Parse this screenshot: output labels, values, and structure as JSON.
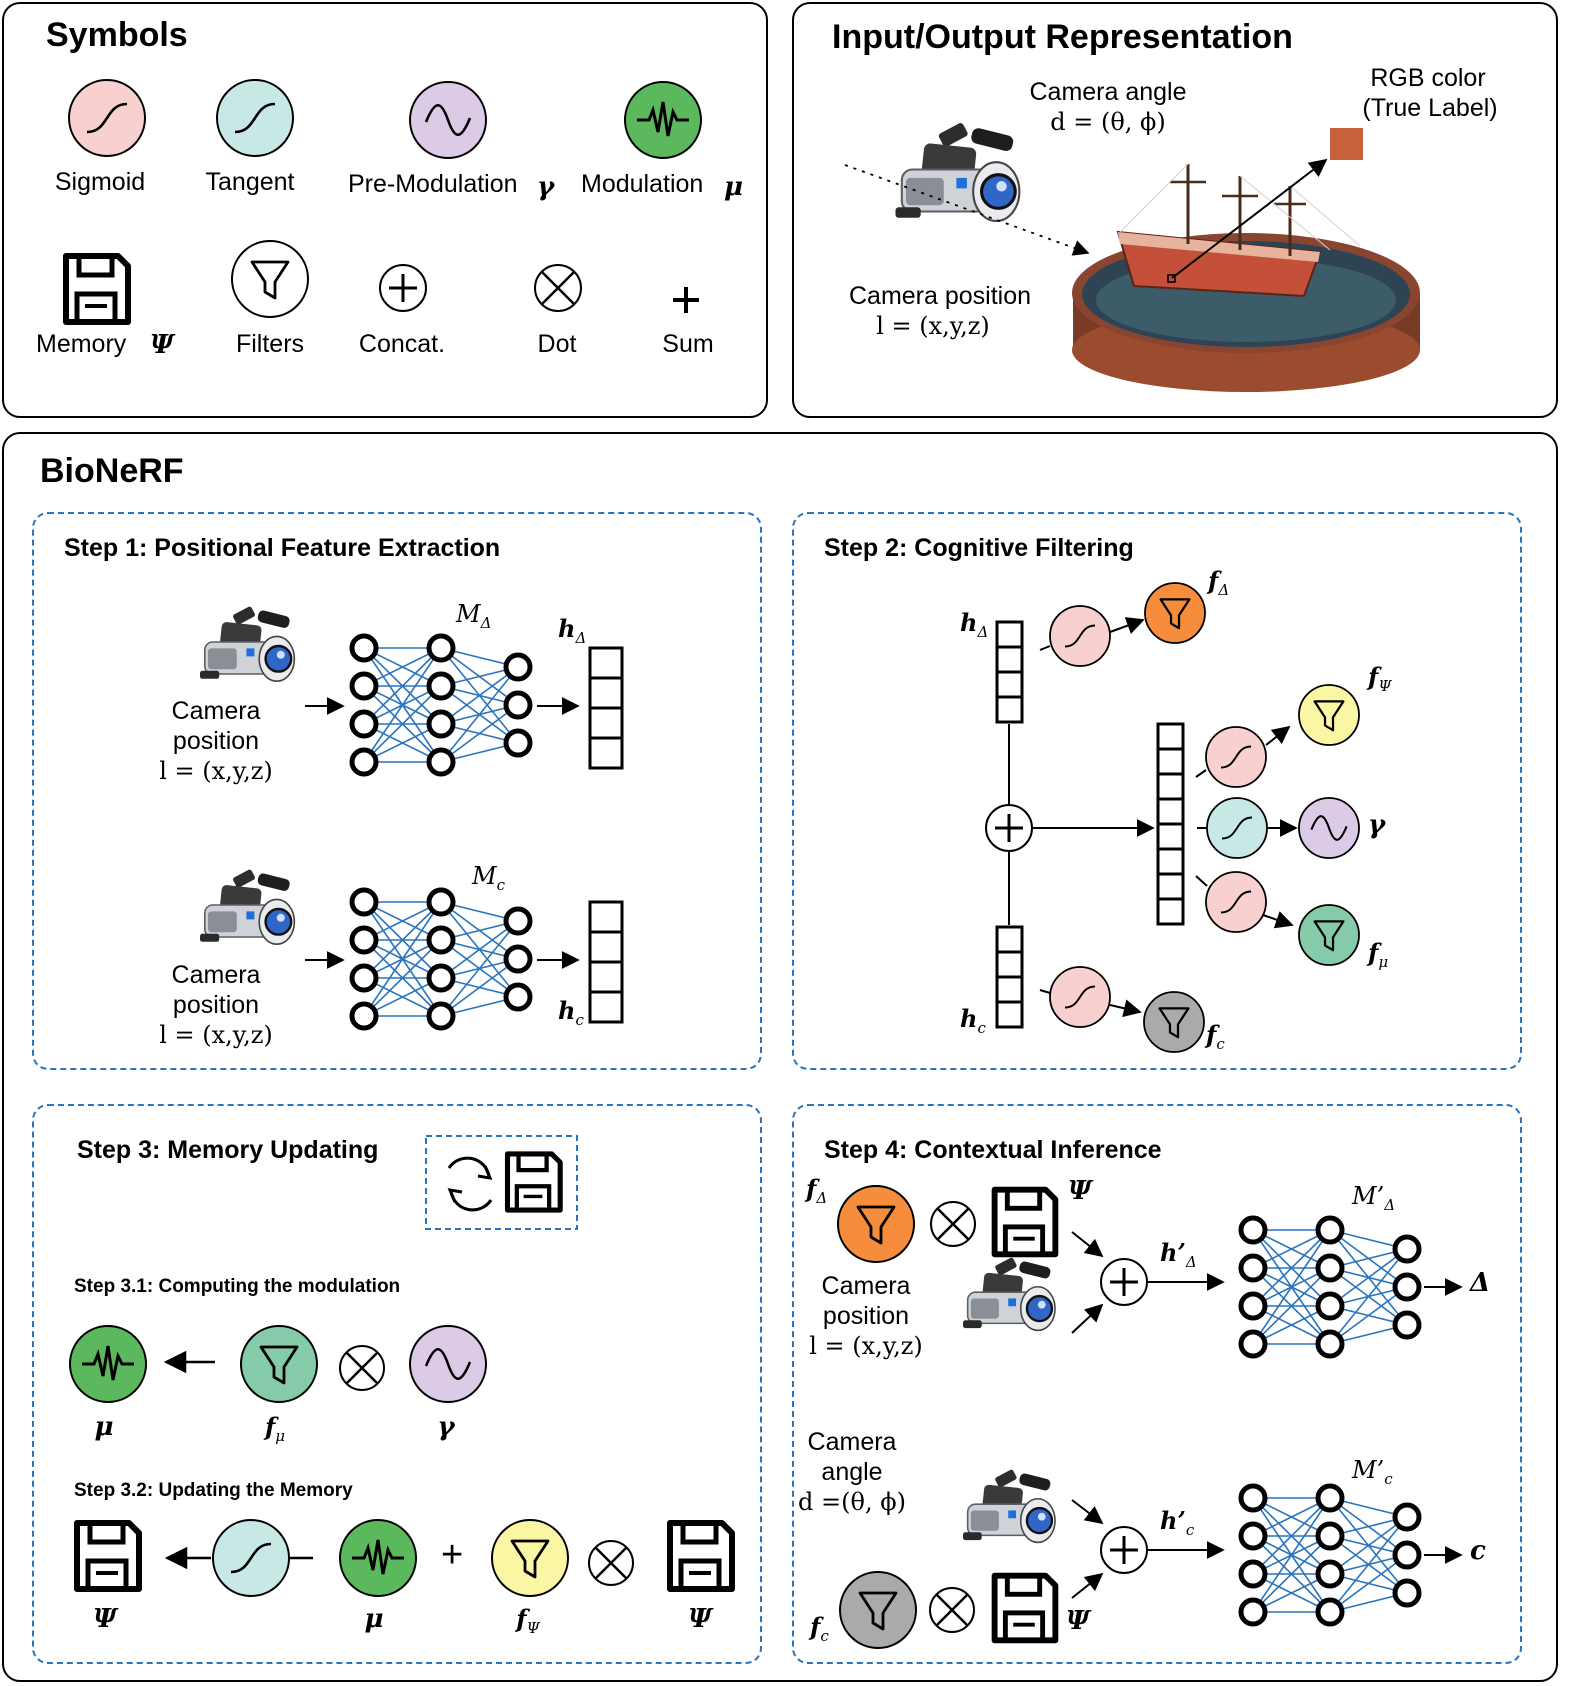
{
  "symbols": {
    "title": "Symbols",
    "sigmoid": "Sigmoid",
    "tangent": "Tangent",
    "pre_modulation": "Pre-Modulation",
    "pre_modulation_symbol": "γ",
    "modulation": "Modulation",
    "modulation_symbol": "μ",
    "memory": "Memory",
    "memory_symbol": "Ψ",
    "filters": "Filters",
    "concat": "Concat.",
    "dot": "Dot",
    "sum": "Sum"
  },
  "io": {
    "title": "Input/Output Representation",
    "camera_angle": "Camera angle",
    "camera_angle_formula": "d = (θ, ϕ)",
    "rgb_color_line1": "RGB color",
    "rgb_color_line2": "(True Label)",
    "camera_position": "Camera position",
    "camera_position_formula": "l = (x,y,z)"
  },
  "bionerf": {
    "title": "BioNeRF",
    "step1": {
      "title": "Step 1: Positional Feature Extraction",
      "camera_line1": "Camera",
      "camera_line2": "position",
      "camera_formula": "l = (x,y,z)",
      "m_delta": "M",
      "m_delta_sub": "Δ",
      "m_c": "M",
      "m_c_sub": "c",
      "h_delta": "h",
      "h_delta_sub": "Δ",
      "h_c": "h",
      "h_c_sub": "c"
    },
    "step2": {
      "title": "Step 2: Cognitive Filtering",
      "h_delta": "h",
      "h_delta_sub": "Δ",
      "h_c": "h",
      "h_c_sub": "c",
      "f_delta": "f",
      "f_delta_sub": "Δ",
      "f_psi": "f",
      "f_psi_sub": "Ψ",
      "gamma": "γ",
      "f_mu": "f",
      "f_mu_sub": "μ",
      "f_c": "f",
      "f_c_sub": "c"
    },
    "step3": {
      "title": "Step 3: Memory Updating",
      "sub1": "Step 3.1: Computing the modulation",
      "sub2": "Step 3.2: Updating the Memory",
      "mu": "μ",
      "f_mu": "f",
      "f_mu_sub": "μ",
      "gamma": "γ",
      "psi": "Ψ",
      "f_psi": "f",
      "f_psi_sub": "Ψ",
      "plus": "+"
    },
    "step4": {
      "title": "Step 4: Contextual Inference",
      "f_delta": "f",
      "f_delta_sub": "Δ",
      "psi": "Ψ",
      "camera_line1": "Camera",
      "camera_line2": "position",
      "camera_formula": "l = (x,y,z)",
      "h_prime_delta": "h’",
      "h_prime_delta_sub": "Δ",
      "m_prime_delta": "M’",
      "m_prime_delta_sub": "Δ",
      "delta_out": "Δ",
      "angle_line1": "Camera",
      "angle_line2": "angle",
      "angle_formula": "d =(θ, ϕ)",
      "h_prime_c": "h’",
      "h_prime_c_sub": "c",
      "m_prime_c": "M’",
      "m_prime_c_sub": "c",
      "c_out": "c",
      "f_c": "f",
      "f_c_sub": "c"
    }
  },
  "colors": {
    "sigmoid": "#f9d0d0",
    "tangent": "#c8e8e6",
    "pre_modulation": "#dccbe6",
    "modulation": "#5cb85c",
    "filter_orange": "#f58d3c",
    "filter_yellow": "#fbf6a4",
    "filter_green": "#86cba9",
    "filter_gray": "#aaaaaa",
    "network_edges": "#2a74bd",
    "step_border": "#2a74bd",
    "rgb_swatch": "#c9603d"
  }
}
